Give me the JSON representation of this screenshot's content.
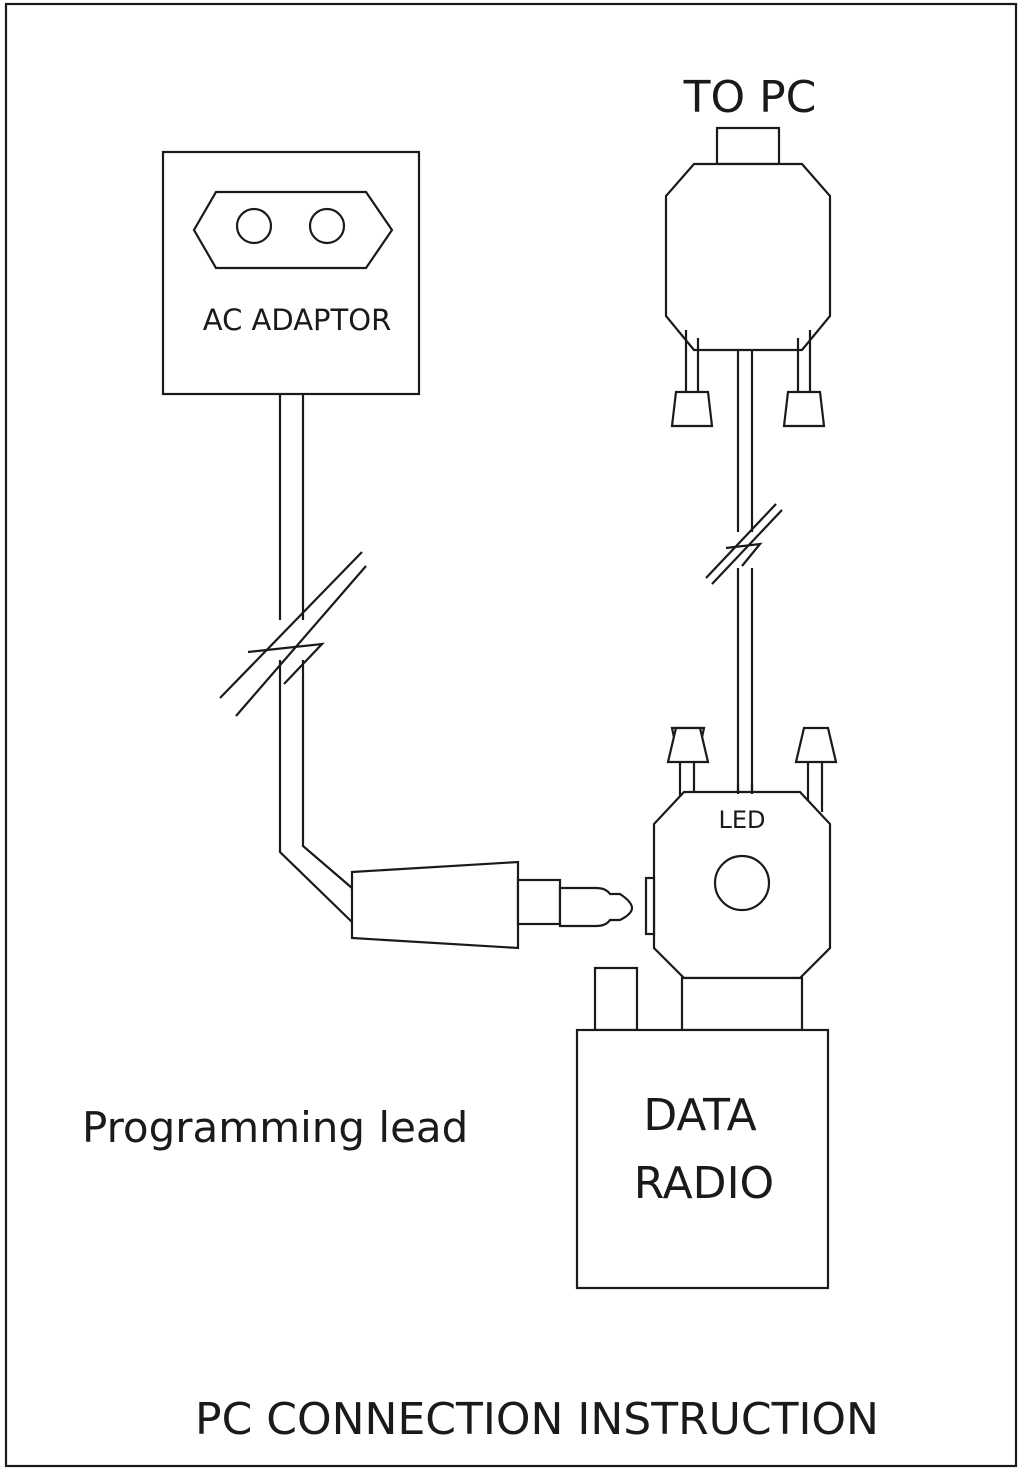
{
  "diagram": {
    "to_pc_label": "TO PC",
    "ac_adaptor_label": "AC ADAPTOR",
    "led_label": "LED",
    "data_radio_line1": "DATA",
    "data_radio_line2": "RADIO",
    "programming_lead_label": "Programming lead",
    "page_title": "PC CONNECTION INSTRUCTION"
  },
  "colors": {
    "ink": "#1a1a1a",
    "paper": "#ffffff"
  }
}
